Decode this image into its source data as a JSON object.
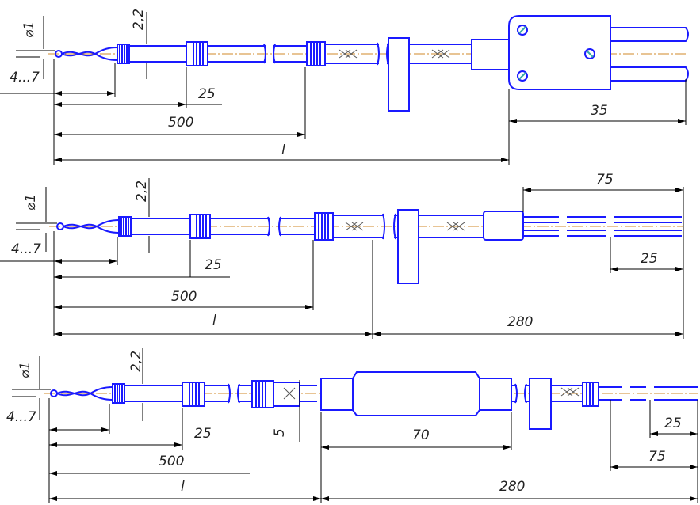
{
  "views": [
    {
      "diameter": "⌀1",
      "tip_range": "4...7",
      "width": "2,2",
      "ferrule": "25",
      "length_500": "500",
      "length_l": "l",
      "connector": "35"
    },
    {
      "diameter": "⌀1",
      "tip_range": "4...7",
      "width": "2,2",
      "ferrule": "25",
      "length_500": "500",
      "length_l": "l",
      "tail": "280",
      "wires": "75",
      "wire_strip": "25"
    },
    {
      "diameter": "⌀1",
      "tip_range": "4...7",
      "width": "2,2",
      "ferrule": "25",
      "length_500": "500",
      "length_l": "l",
      "tail": "280",
      "sleeve": "70",
      "gap": "5",
      "wires": "75",
      "wire_strip": "25"
    }
  ]
}
